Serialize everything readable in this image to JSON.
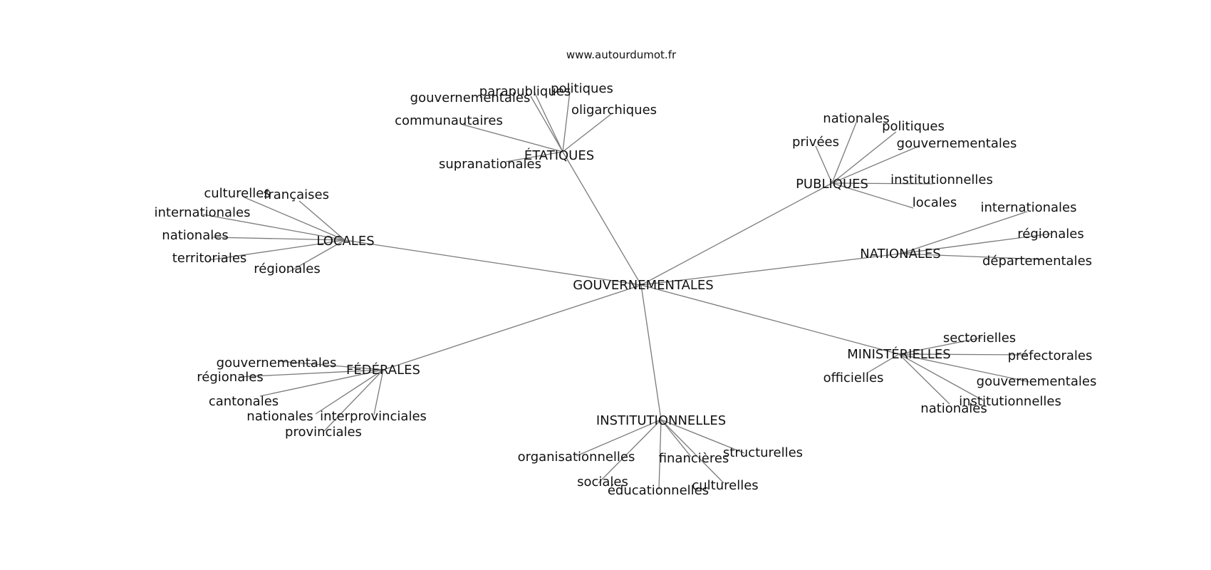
{
  "source": "www.autourdumot.fr",
  "root": {
    "label": "GOUVERNEMENTALES",
    "branches": [
      {
        "label": "ÉTATIQUES",
        "leaves": [
          "parapubliques",
          "politiques",
          "gouvernementales",
          "oligarchiques",
          "communautaires",
          "supranationales"
        ]
      },
      {
        "label": "PUBLIQUES",
        "leaves": [
          "nationales",
          "politiques",
          "privées",
          "gouvernementales",
          "institutionnelles",
          "locales"
        ]
      },
      {
        "label": "LOCALES",
        "leaves": [
          "culturelles",
          "françaises",
          "internationales",
          "nationales",
          "territoriales",
          "régionales"
        ]
      },
      {
        "label": "NATIONALES",
        "leaves": [
          "internationales",
          "régionales",
          "départementales"
        ]
      },
      {
        "label": "MINISTÉRIELLES",
        "leaves": [
          "sectorielles",
          "préfectorales",
          "officielles",
          "gouvernementales",
          "institutionnelles",
          "nationales"
        ]
      },
      {
        "label": "FÉDÉRALES",
        "leaves": [
          "gouvernementales",
          "régionales",
          "cantonales",
          "nationales",
          "interprovinciales",
          "provinciales"
        ]
      },
      {
        "label": "INSTITUTIONNELLES",
        "leaves": [
          "organisationnelles",
          "financières",
          "structurelles",
          "sociales",
          "culturelles",
          "éducationnelles"
        ]
      }
    ]
  }
}
